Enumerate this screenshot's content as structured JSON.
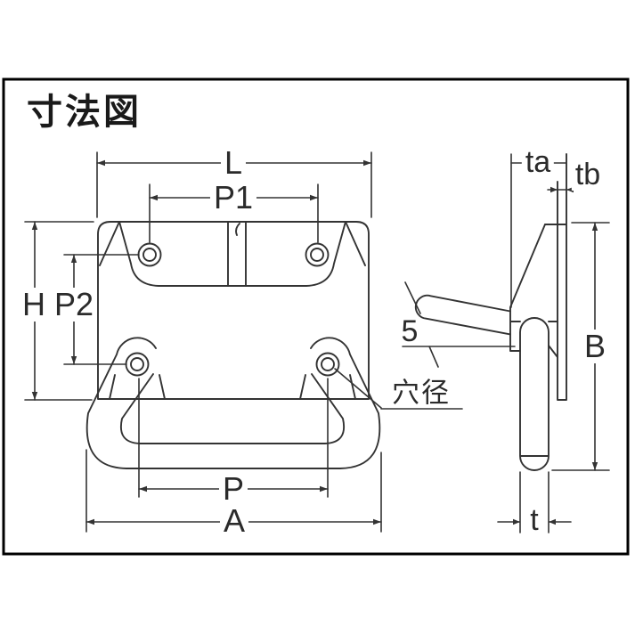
{
  "title": "寸法図",
  "colors": {
    "background": "#ffffff",
    "frame": "#000000",
    "line": "#333333",
    "text": "#2b2b2b"
  },
  "front_view": {
    "labels": {
      "overall_width": "L",
      "top_hole_pitch": "P1",
      "plate_height": "H",
      "vertical_hole_pitch": "P2",
      "pivot_pitch": "P",
      "handle_overall_width": "A",
      "hole_diameter": "穴径"
    }
  },
  "side_view": {
    "labels": {
      "depth_a": "ta",
      "plate_thickness": "tb",
      "overall_height": "B",
      "bar_thickness": "t",
      "handle_angle": "5"
    }
  }
}
